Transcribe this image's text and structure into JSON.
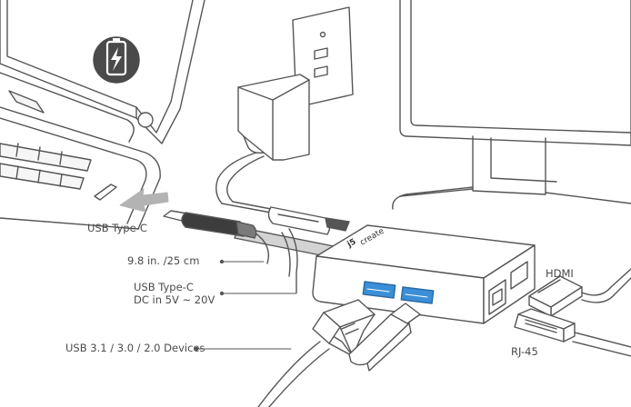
{
  "labels": {
    "usb_c": "USB Type-C",
    "cable_length": "9.8 in. /25 cm",
    "power_in_line1": "USB Type-C",
    "power_in_line2": "DC in 5V ~ 20V",
    "usb_devices": "USB 3.1 / 3.0 / 2.0 Devices",
    "hdmi": "HDMI",
    "rj45": "RJ-45"
  },
  "brand": {
    "logo_mark": "j5",
    "logo_text": "create"
  },
  "icons": {
    "battery": "battery-charging-icon",
    "arrow": "insert-arrow-icon"
  },
  "colors": {
    "line": "#555555",
    "port_blue": "#3a8fd6",
    "battery_bg": "#4a4a4a",
    "arrow_gray": "#b3b3b3"
  }
}
